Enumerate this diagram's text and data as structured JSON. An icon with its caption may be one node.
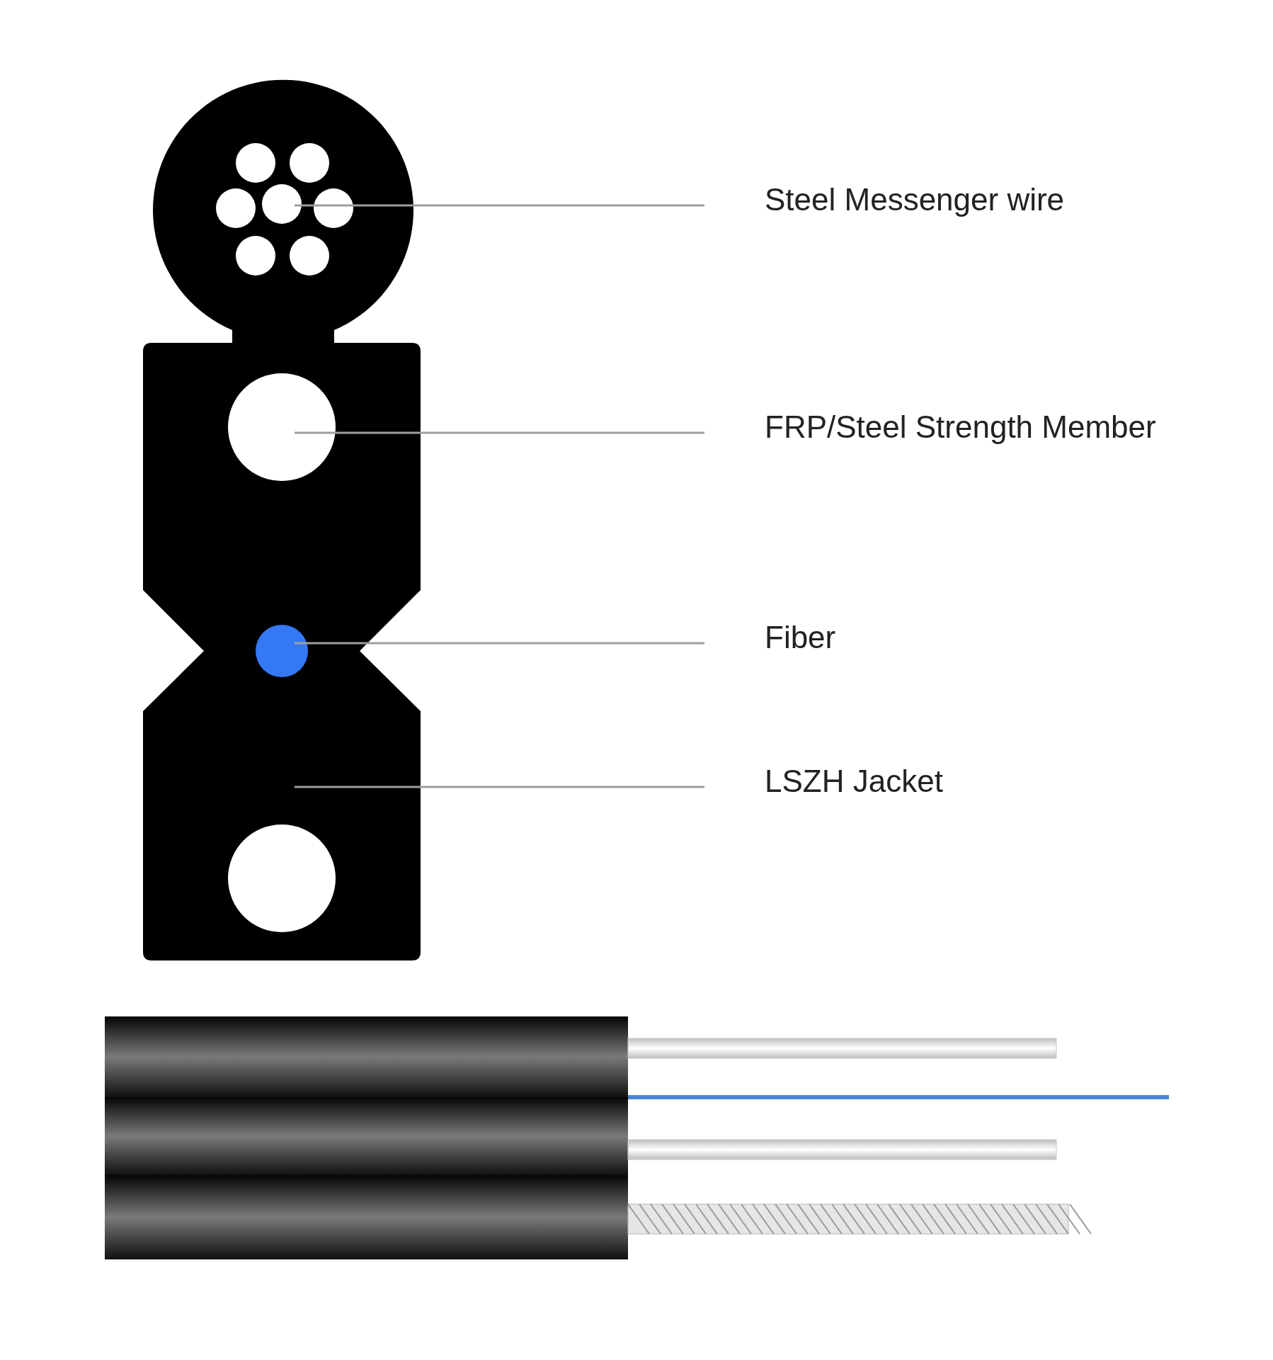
{
  "diagram": {
    "nodes": [
      {
        "text": [
          "Steel Messenger wire"
        ]
      },
      {
        "text": [
          "FRP/Steel Strength Member"
        ]
      },
      {
        "text": [
          "Fiber"
        ]
      },
      {
        "text": [
          "LSZH Jacket"
        ]
      },
      {
        "text": [],
        "shape": "circle",
        "in": 7
      },
      {
        "text": [],
        "shape": "circle",
        "in": 7
      },
      {
        "text": [],
        "shape": "circle",
        "in": 7
      },
      {
        "text": [],
        "shape": "box"
      },
      {
        "text": [],
        "shape": "circle",
        "in": 7
      }
    ],
    "edges": [
      {
        "from": 0,
        "to": 4,
        "arrow": "none"
      },
      {
        "from": 1,
        "to": 5,
        "arrow": "none"
      },
      {
        "from": 2,
        "to": 6,
        "arrow": "none"
      },
      {
        "from": 3,
        "to": 7,
        "arrow": "none"
      }
    ]
  }
}
